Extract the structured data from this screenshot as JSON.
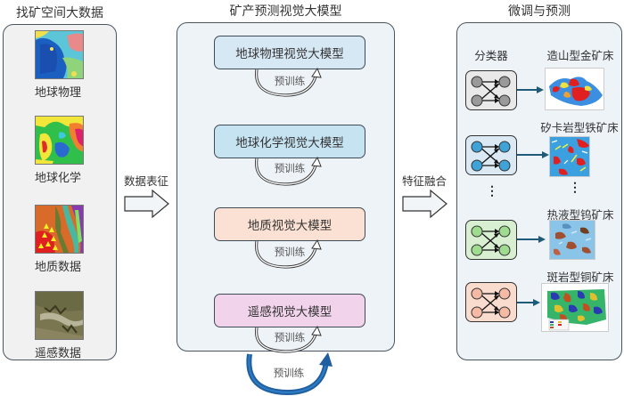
{
  "columns": {
    "data": {
      "title": "找矿空间大数据",
      "items": [
        {
          "label": "地球物理",
          "icon": "geophysics-map-image"
        },
        {
          "label": "地球化学",
          "icon": "geochemistry-map-image"
        },
        {
          "label": "地质数据",
          "icon": "geology-map-image"
        },
        {
          "label": "遥感数据",
          "icon": "remote-sensing-image"
        }
      ]
    },
    "models": {
      "title": "矿产预测视觉大模型",
      "items": [
        {
          "label": "地球物理视觉大模型",
          "loop_label": "预训练",
          "color": "#d7e8f5"
        },
        {
          "label": "地球化学视觉大模型",
          "loop_label": "预训练",
          "color": "#c6e3f1"
        },
        {
          "label": "地质视觉大模型",
          "loop_label": "预训练",
          "color": "#fbe1d3"
        },
        {
          "label": "遥感视觉大模型",
          "loop_label": "预训练",
          "color": "#f2d3ec"
        }
      ],
      "outer_loop_label": "预训练",
      "outer_loop_color": "#1f5fa0"
    },
    "finetune": {
      "title": "微调与预测",
      "classifier_label": "分类器",
      "items": [
        {
          "deposit": "造山型金矿床",
          "node_color": "#9a9a9a",
          "box_color": "#e9e9ea"
        },
        {
          "deposit": "矽卡岩型铁矿床",
          "node_color": "#3fa3d8",
          "box_color": "#dbe9f5"
        },
        {
          "deposit": "热液型钨矿床",
          "node_color": "#9fdc8f",
          "box_color": "#d9efd2"
        },
        {
          "deposit": "斑岩型铜矿床",
          "node_color": "#f6b9a3",
          "box_color": "#fadccf"
        }
      ],
      "ellipsis": "⋮"
    }
  },
  "arrows": {
    "representation": "数据表征",
    "fusion": "特征融合"
  }
}
